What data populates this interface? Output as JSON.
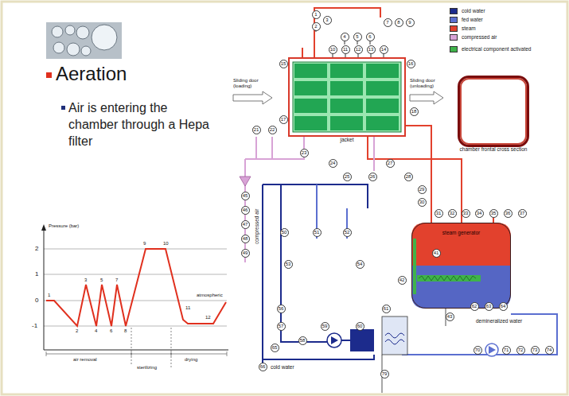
{
  "diagram": {
    "title": "Aeration",
    "nodes": [
      {
        "text": [
          "jacket"
        ]
      },
      {
        "text": [
          "chamber frontal cross section"
        ]
      },
      {
        "text": [
          "steam generator"
        ]
      }
    ],
    "edges": [
      {
        "from": 2,
        "to": 0,
        "arrow": "none"
      }
    ],
    "labels": [
      "Air is entering the chamber through a Hepa filter",
      "Pressure (bar)",
      "2",
      "1",
      "0",
      "-1",
      "1",
      "2",
      "3",
      "4",
      "5",
      "6",
      "7",
      "8",
      "9",
      "10",
      "11",
      "12",
      "atmospheric",
      "air removal",
      "sterilizing",
      "drying",
      "Sliding door (loading)",
      "Sliding door (unloading)",
      "demineralized water",
      "cold water",
      "compressed air",
      "1",
      "2",
      "3",
      "4",
      "5",
      "6",
      "7",
      "8",
      "9",
      "10",
      "11",
      "12",
      "13",
      "14",
      "15",
      "16",
      "17",
      "18",
      "21",
      "22",
      "23",
      "24",
      "25",
      "26",
      "27",
      "28",
      "29",
      "30",
      "31",
      "32",
      "33",
      "34",
      "35",
      "36",
      "37",
      "41",
      "42",
      "43",
      "45",
      "46",
      "47",
      "48",
      "49",
      "50",
      "51",
      "52",
      "53",
      "54",
      "56",
      "57",
      "58",
      "59",
      "60",
      "61",
      "62",
      "63",
      "64",
      "65",
      "66",
      "70",
      "71",
      "72",
      "73",
      "74",
      "79"
    ],
    "legend": [
      {
        "text": "cold water",
        "color": "#1c2b8c"
      },
      {
        "text": "fed water",
        "color": "#5b6fd0"
      },
      {
        "text": "steam",
        "color": "#e2412d"
      },
      {
        "text": "compressed air",
        "color": "#d8a3d6"
      },
      {
        "text": "electrical component activated",
        "color": "#3fb34a"
      }
    ]
  }
}
